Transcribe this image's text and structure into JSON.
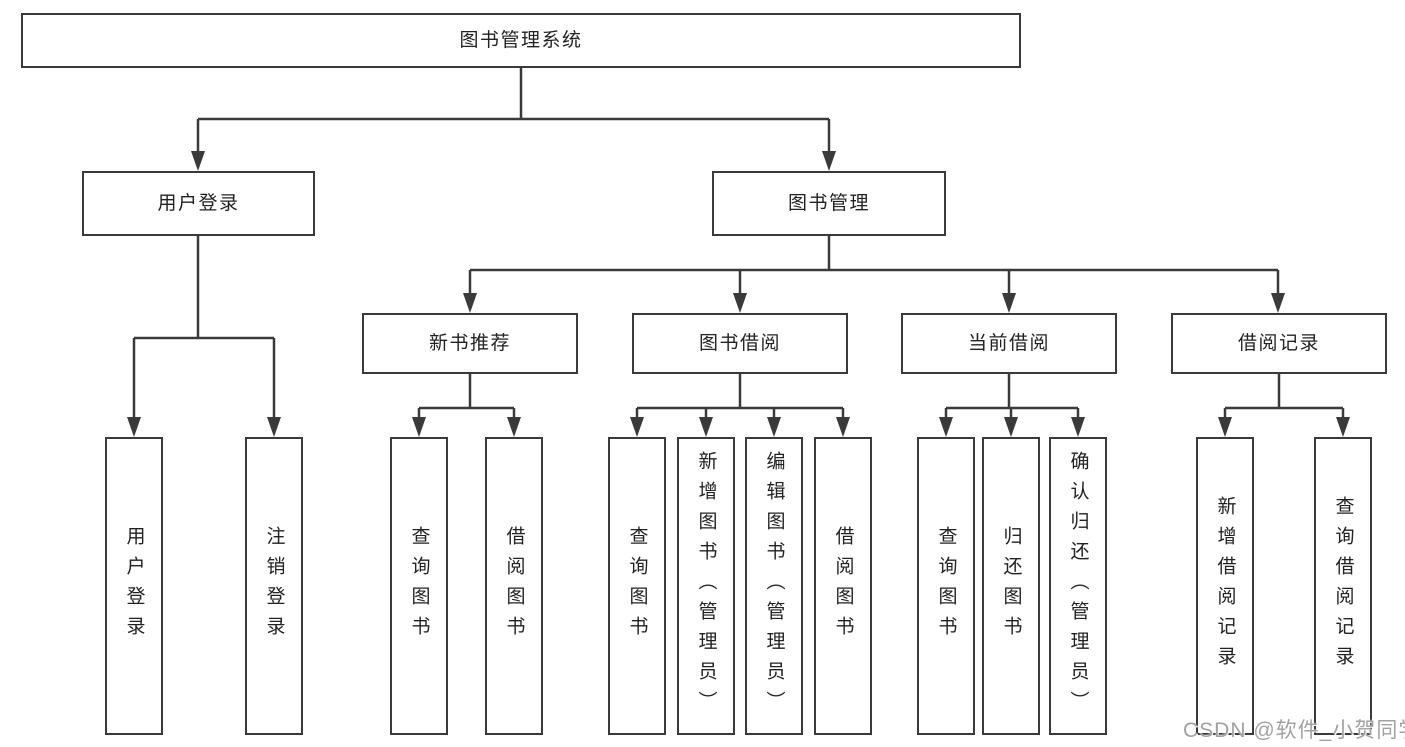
{
  "diagram_title": "图书管理系统",
  "tree": {
    "root": {
      "label": "图书管理系统"
    },
    "branches": [
      {
        "label": "用户登录",
        "children": [
          {
            "label": "用户登录"
          },
          {
            "label": "注销登录"
          }
        ]
      },
      {
        "label": "图书管理",
        "children": [
          {
            "label": "新书推荐",
            "children": [
              {
                "label": "查询图书"
              },
              {
                "label": "借阅图书"
              }
            ]
          },
          {
            "label": "图书借阅",
            "children": [
              {
                "label": "查询图书"
              },
              {
                "label": "新增图书（管理员）"
              },
              {
                "label": "编辑图书（管理员）"
              },
              {
                "label": "借阅图书"
              }
            ]
          },
          {
            "label": "当前借阅",
            "children": [
              {
                "label": "查询图书"
              },
              {
                "label": "归还图书"
              },
              {
                "label": "确认归还（管理员）"
              }
            ]
          },
          {
            "label": "借阅记录",
            "children": [
              {
                "label": "新增借阅记录"
              },
              {
                "label": "查询借阅记录"
              }
            ]
          }
        ]
      }
    ]
  },
  "watermark": {
    "text": "CSDN @软件_小贺同学"
  },
  "colors": {
    "background": "#ffffff",
    "line": "#3a3a3a",
    "box_border": "#3a3a3a",
    "text": "#222222",
    "watermark_text": "#a2a2a2"
  }
}
